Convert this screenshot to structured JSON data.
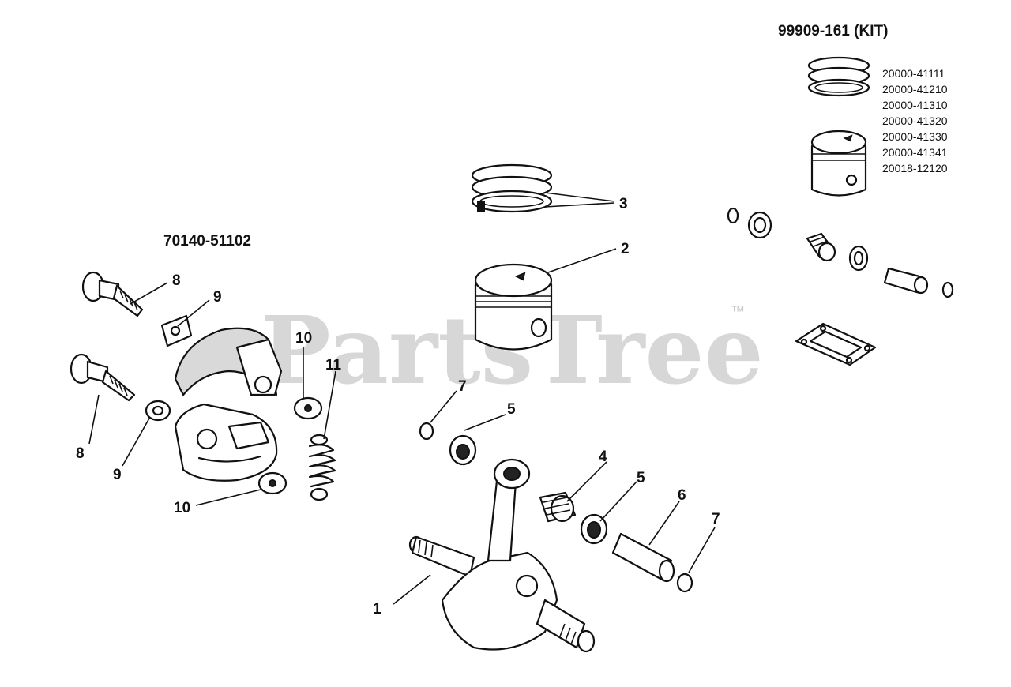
{
  "watermark": {
    "text": "PartsTree",
    "trademark": "™"
  },
  "kit": {
    "title": "99909-161 (KIT)",
    "part_numbers": [
      "20000-41111",
      "20000-41210",
      "20000-41310",
      "20000-41320",
      "20000-41330",
      "20000-41341",
      "20018-12120"
    ]
  },
  "clutch_assembly": {
    "title": "70140-51102"
  },
  "callouts": {
    "c1": "1",
    "c2": "2",
    "c3": "3",
    "c4": "4",
    "c5a": "5",
    "c5b": "5",
    "c6": "6",
    "c7a": "7",
    "c7b": "7",
    "c8a": "8",
    "c8b": "8",
    "c9a": "9",
    "c9b": "9",
    "c10a": "10",
    "c10b": "10",
    "c11": "11"
  }
}
